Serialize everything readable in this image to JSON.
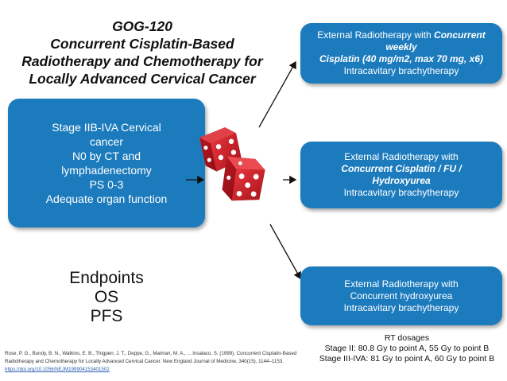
{
  "title": {
    "line1": "GOG-120",
    "line2": "Concurrent Cisplatin-Based",
    "line3": "Radiotherapy and Chemotherapy for",
    "line4": "Locally Advanced Cervical Cancer"
  },
  "stage_box": {
    "lines": [
      "Stage IIB-IVA Cervical",
      "cancer",
      "N0 by CT and",
      "lymphadenectomy",
      "PS 0-3",
      "Adequate organ function"
    ]
  },
  "arms": [
    {
      "line1_plain": "External Radiotherapy with ",
      "line1_emph": "Concurrent",
      "line2_emph": "weekly",
      "line3_emph": "Cisplatin (40 mg/m2, max 70 mg, x6)",
      "line4": "Intracavitary brachytherapy"
    },
    {
      "line1": "External Radiotherapy with",
      "line2_emph": "Concurrent Cisplatin / FU /",
      "line3_emph": "Hydroxyurea",
      "line4": "Intracavitary brachytherapy"
    },
    {
      "line1": "External Radiotherapy with",
      "line2": "Concurrent hydroxyurea",
      "line3": "Intracavitary brachytherapy"
    }
  ],
  "endpoints": {
    "heading": "Endpoints",
    "items": [
      "OS",
      "PFS"
    ]
  },
  "rt_dosages": {
    "heading": "RT dosages",
    "lines": [
      "Stage II: 80.8 Gy to point A, 55 Gy to point B",
      "Stage III-IVA: 81 Gy to point A, 60 Gy to point B"
    ]
  },
  "citation": {
    "text": "Rose, P. G., Bundy, B. N., Watkins, E. B., Thigpen, J. T., Deppe, G., Maiman, M. A., ... Insalaco, S. (1999). Concurrent Cisplatin-Based Radiotherapy and Chemotherapy for Locally Advanced Cervical Cancer. New England Journal of Medicine, 340(15), 1144–1153.",
    "link": "https://doi.org/10.1056/NEJM199904153401502"
  },
  "colors": {
    "box_fill": "#1c7bbd",
    "dice_red": "#c8202a",
    "arrow": "#111111"
  },
  "icons": {
    "randomization": "dice-icon"
  }
}
